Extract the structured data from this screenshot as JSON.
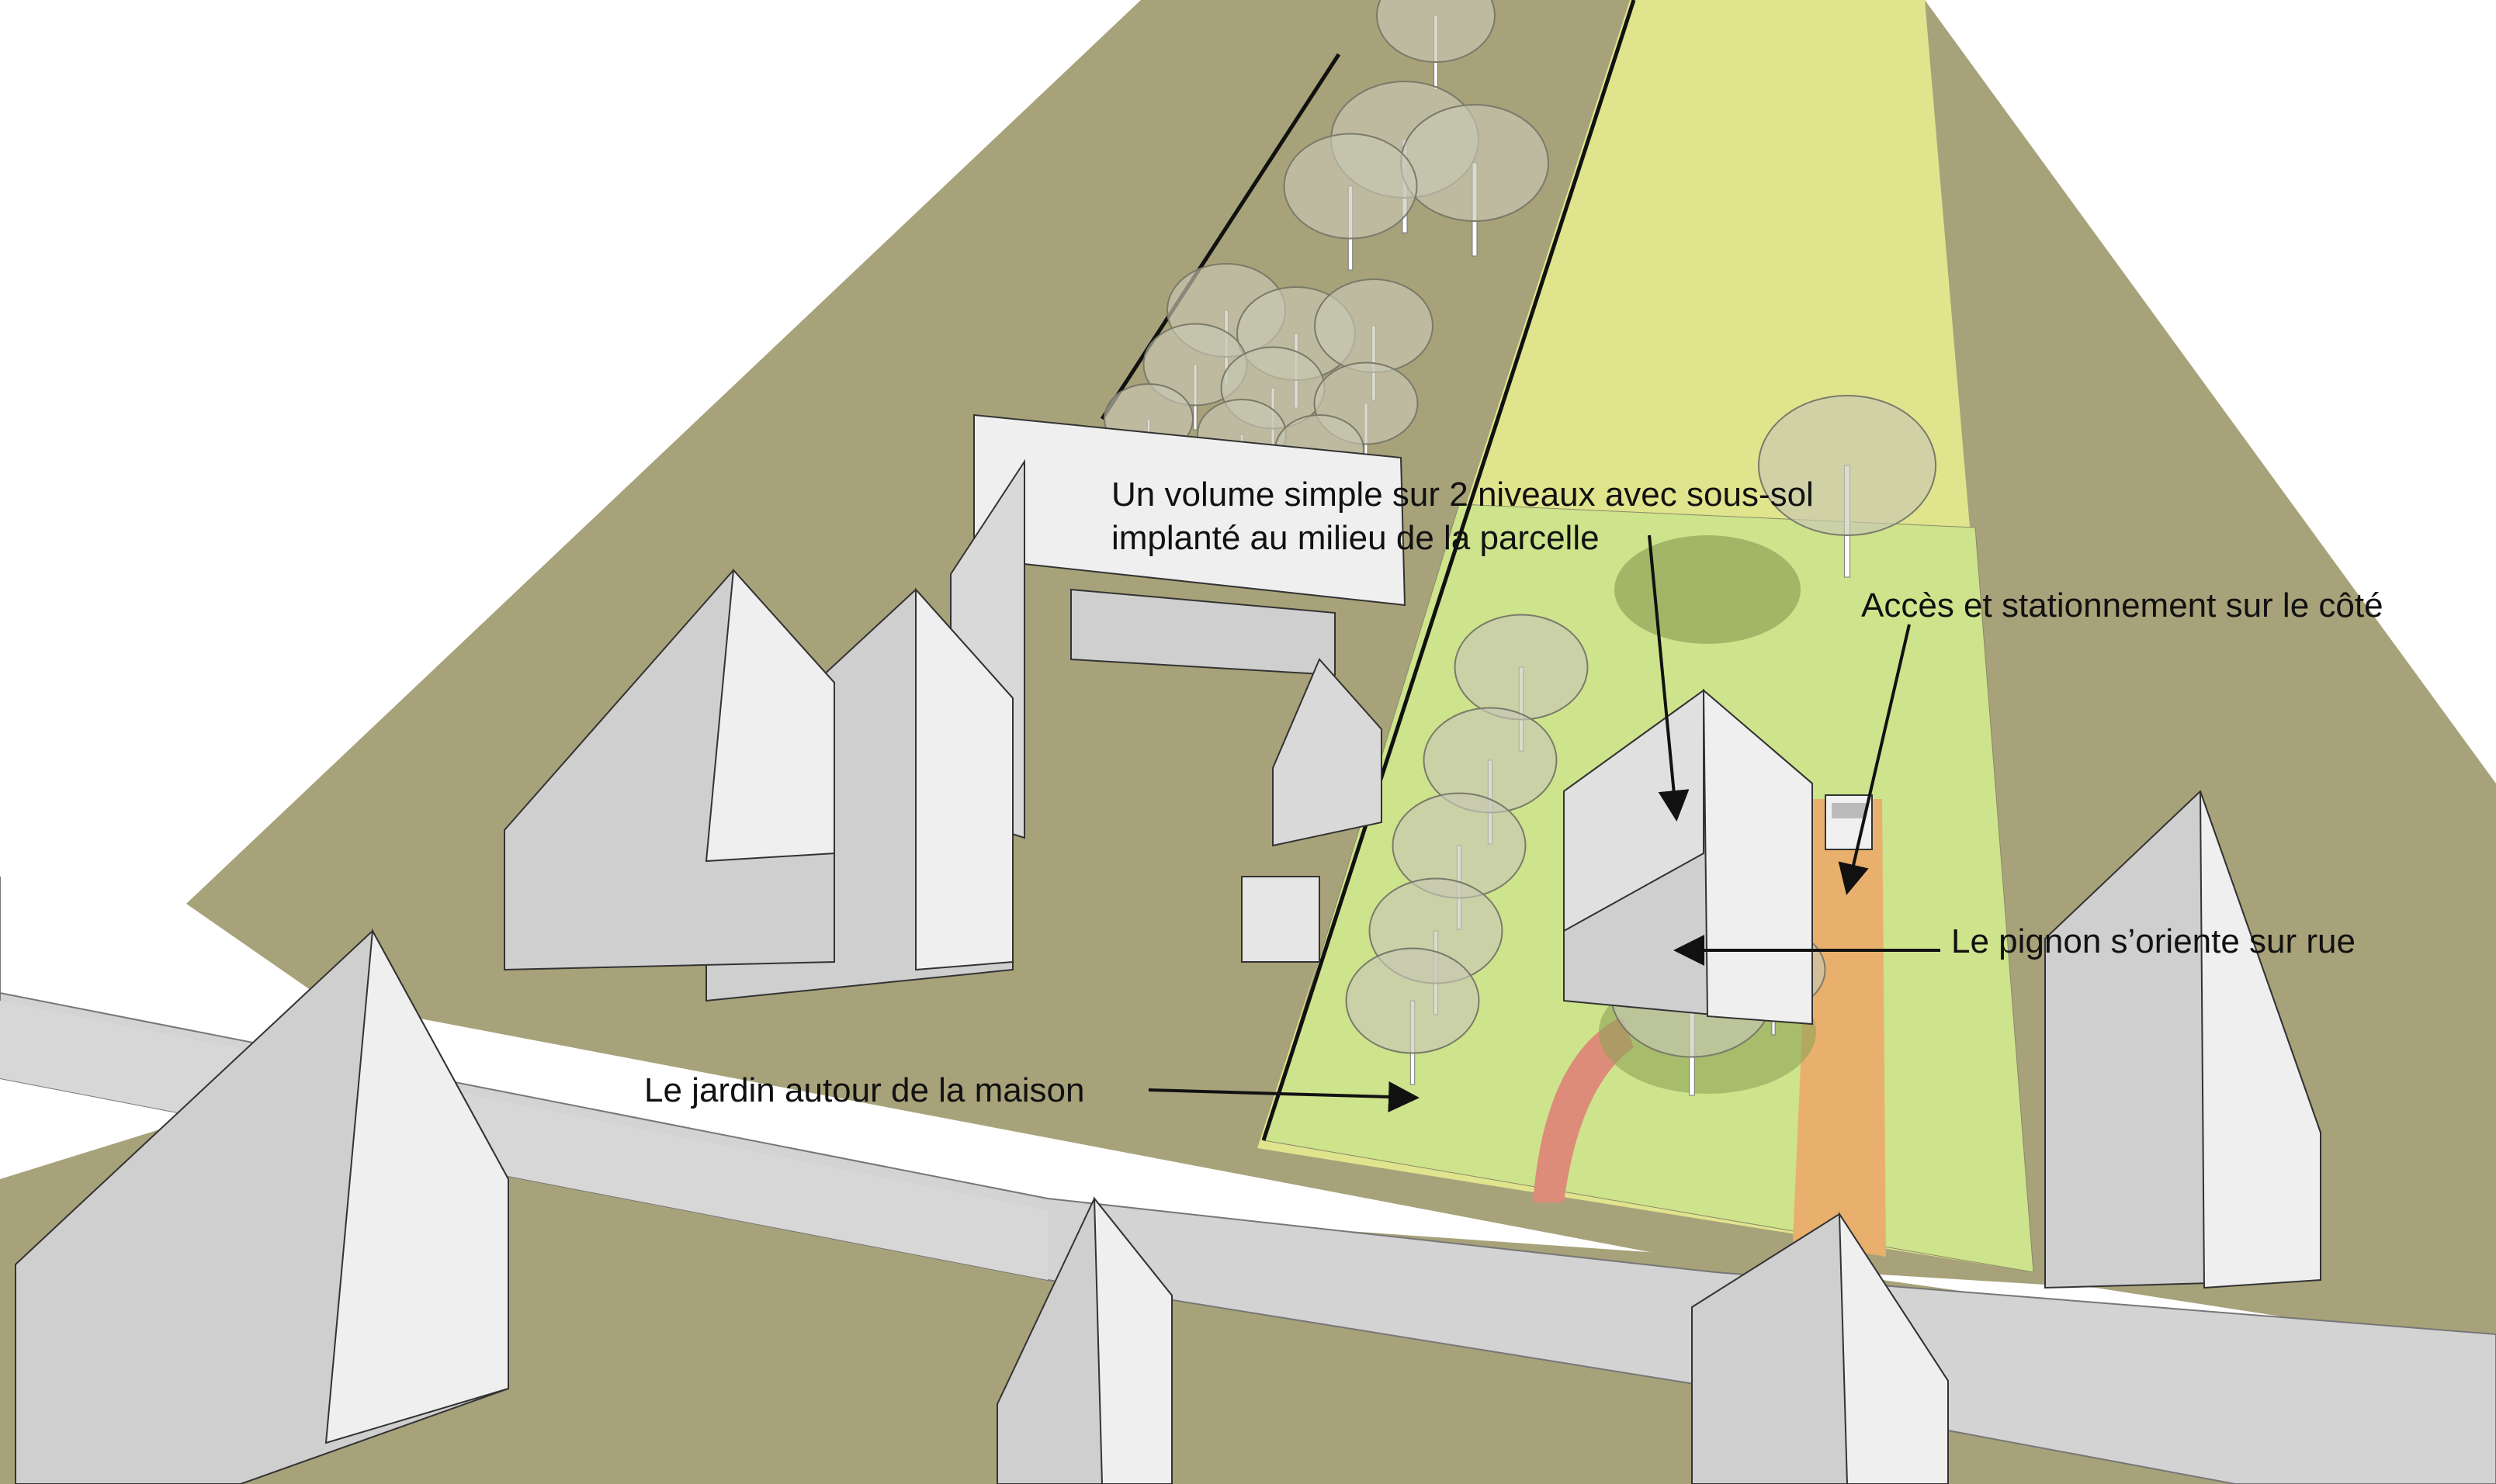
{
  "annotations": {
    "volume_line1": "Un volume simple sur 2 niveaux avec sous-sol",
    "volume_line2": "implanté au milieu de la parcelle",
    "acces": "Accès et stationnement sur le côté",
    "pignon": "Le pignon s’oriente sur rue",
    "jardin": "Le jardin autour de la maison"
  },
  "colors": {
    "ground": "#a8a27a",
    "road": "#d3d3d3",
    "parcel_yellow": "#e0e48d",
    "garden_green": "#cde38c",
    "access_orange": "#e8b06c",
    "path_red": "#dc8c78",
    "building_light": "#efefef",
    "building_shade": "#c9c9c9",
    "roof_side": "#e2e2e2",
    "tree": "#c8c8b4",
    "shadow": "#7f7a55",
    "outline": "#333333"
  },
  "icons": {
    "tree": "deciduous-tree-icon",
    "car": "parked-car-icon",
    "arrow": "arrow-icon"
  }
}
